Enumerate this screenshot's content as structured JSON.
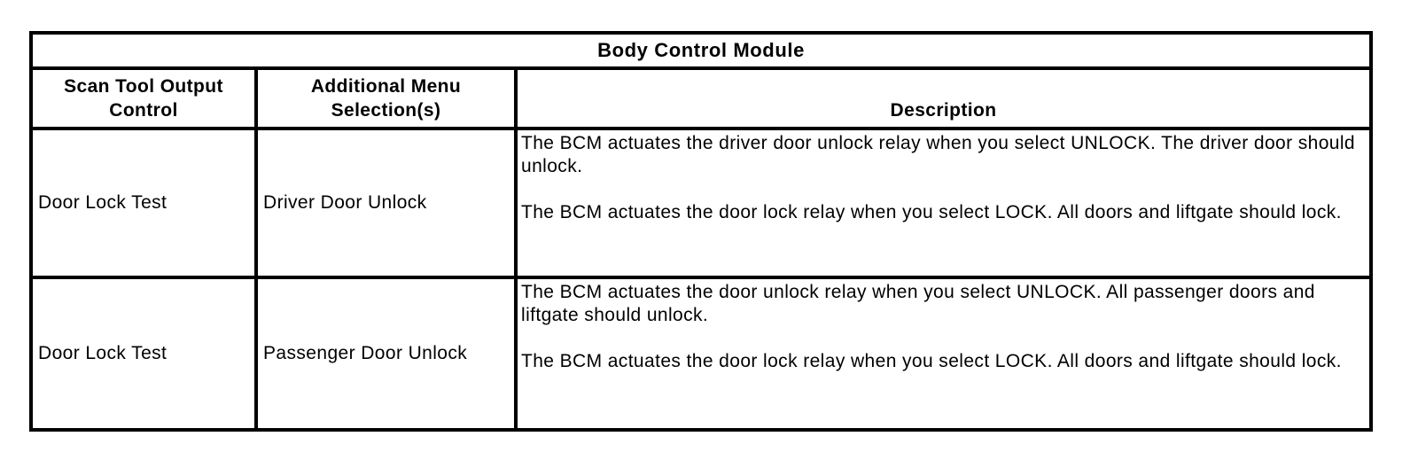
{
  "table": {
    "title": "Body Control Module",
    "columns": [
      "Scan Tool Output\nControl",
      "Additional Menu\nSelection(s)",
      "Description"
    ],
    "rows": [
      {
        "output_control": "Door Lock Test",
        "menu_selection": "Driver Door Unlock",
        "description": "The BCM actuates the driver door unlock relay when you select UNLOCK. The driver door should unlock.\n\nThe BCM actuates the door lock relay when you select LOCK. All doors and liftgate should lock."
      },
      {
        "output_control": "Door Lock Test",
        "menu_selection": "Passenger Door Unlock",
        "description": "The BCM actuates the door unlock relay when you select UNLOCK. All passenger doors and liftgate should unlock.\n\nThe BCM actuates the door lock relay when you select LOCK. All doors and liftgate should lock."
      }
    ]
  },
  "colors": {
    "border": "#000000",
    "text": "#000000",
    "background": "#ffffff"
  }
}
